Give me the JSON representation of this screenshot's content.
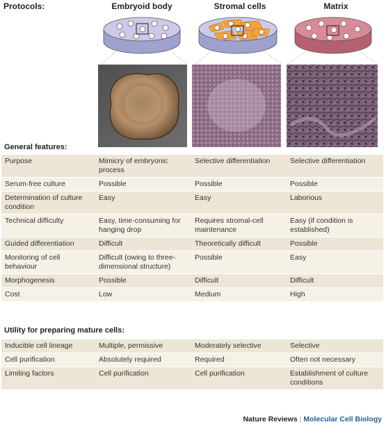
{
  "header": {
    "protocols_label": "Protocols:",
    "columns": [
      "Embryoid body",
      "Stromal cells",
      "Matrix"
    ]
  },
  "general": {
    "title": "General features:",
    "rows": [
      [
        "Purpose",
        "Mimicry of embryonic process",
        "Selective differentiation",
        "Selective differentiation"
      ],
      [
        "Serum-free culture",
        "Possible",
        "Possible",
        "Possible"
      ],
      [
        "Determination of culture condition",
        "Easy",
        "Easy",
        "Laborious"
      ],
      [
        "Technical difficulty",
        "Easy, time-consuming for hanging drop",
        "Requires stromal-cell maintenance",
        "Easy (if condition is established)"
      ],
      [
        "Guided differentiation",
        "Difficult",
        "Theoretically difficult",
        "Possible"
      ],
      [
        "Monitoring of cell behaviour",
        "Difficult (owing to three-dimensional structure)",
        "Possible",
        "Easy"
      ],
      [
        "Morphogenesis",
        "Possible",
        "Difficult",
        "Difficult"
      ],
      [
        "Cost",
        "Low",
        "Medium",
        "High"
      ]
    ]
  },
  "utility": {
    "title": "Utility for preparing mature cells:",
    "rows": [
      [
        "Inducible cell lineage",
        "Multiple, permissive",
        "Moderately selective",
        "Selective"
      ],
      [
        "Cell purification",
        "Absolutely required",
        "Required",
        "Often not necessary"
      ],
      [
        "Limiting factors",
        "Cell purification",
        "Cell purification",
        "Establishment of culture conditions"
      ]
    ]
  },
  "footer": {
    "journal": "Nature Reviews",
    "separator": "|",
    "subtitle": "Molecular Cell Biology"
  },
  "colors": {
    "dish_blue": "#c9cbe8",
    "dish_red": "#d98a98",
    "stromal_orange": "#f2a33a",
    "row_dark": "#ede6d6",
    "row_light": "#f6f1e6",
    "accent_blue": "#2a5d8f"
  }
}
